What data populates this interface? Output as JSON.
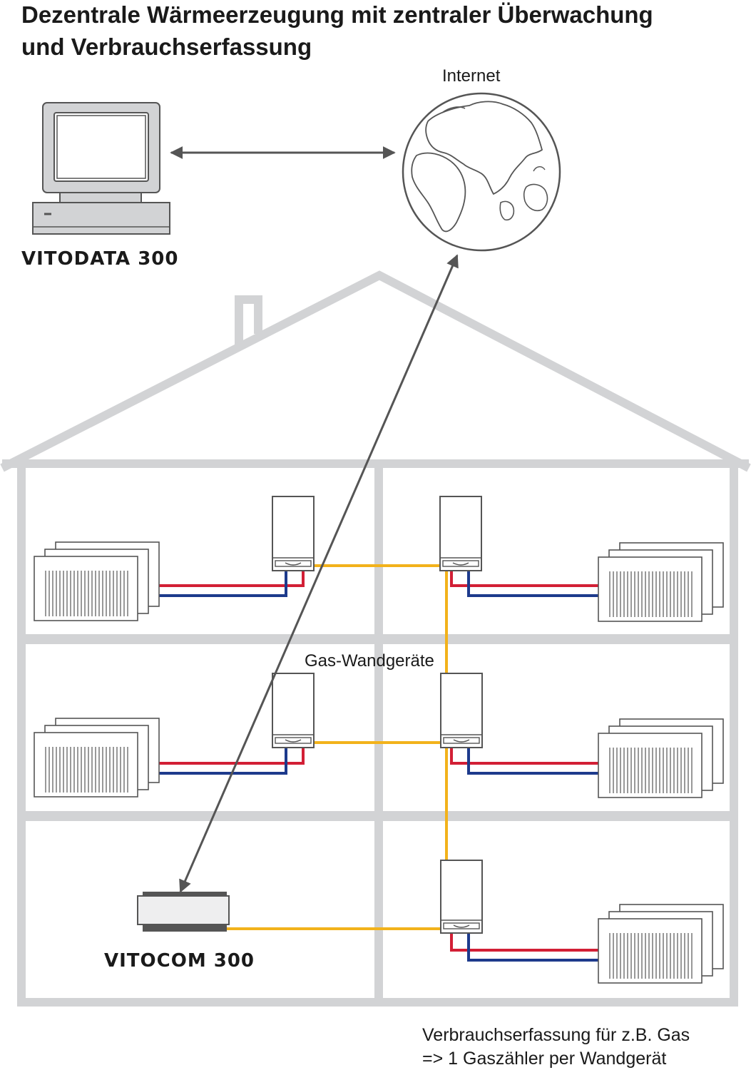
{
  "title": {
    "line1": "Dezentrale Wärmeerzeugung mit zentraler Überwachung",
    "line2": "und Verbrauchserfassung"
  },
  "labels": {
    "internet": "Internet",
    "vitodata": "VITODATA 300",
    "vitocom": "VITOCOM 300",
    "gas_devices": "Gas-Wandgeräte"
  },
  "note": {
    "line1": "Verbrauchserfassung für z.B. Gas",
    "line2": "=> 1 Gaszähler per Wandgerät"
  },
  "colors": {
    "house": "#d2d3d5",
    "gas_line": "#f2b21b",
    "flow_line": "#d21f35",
    "return_line": "#1d3a8c",
    "device_outline": "#555555"
  },
  "icons": [
    "computer-icon",
    "globe-icon",
    "wall-boiler-icon",
    "radiator-icon",
    "communication-unit-icon"
  ]
}
